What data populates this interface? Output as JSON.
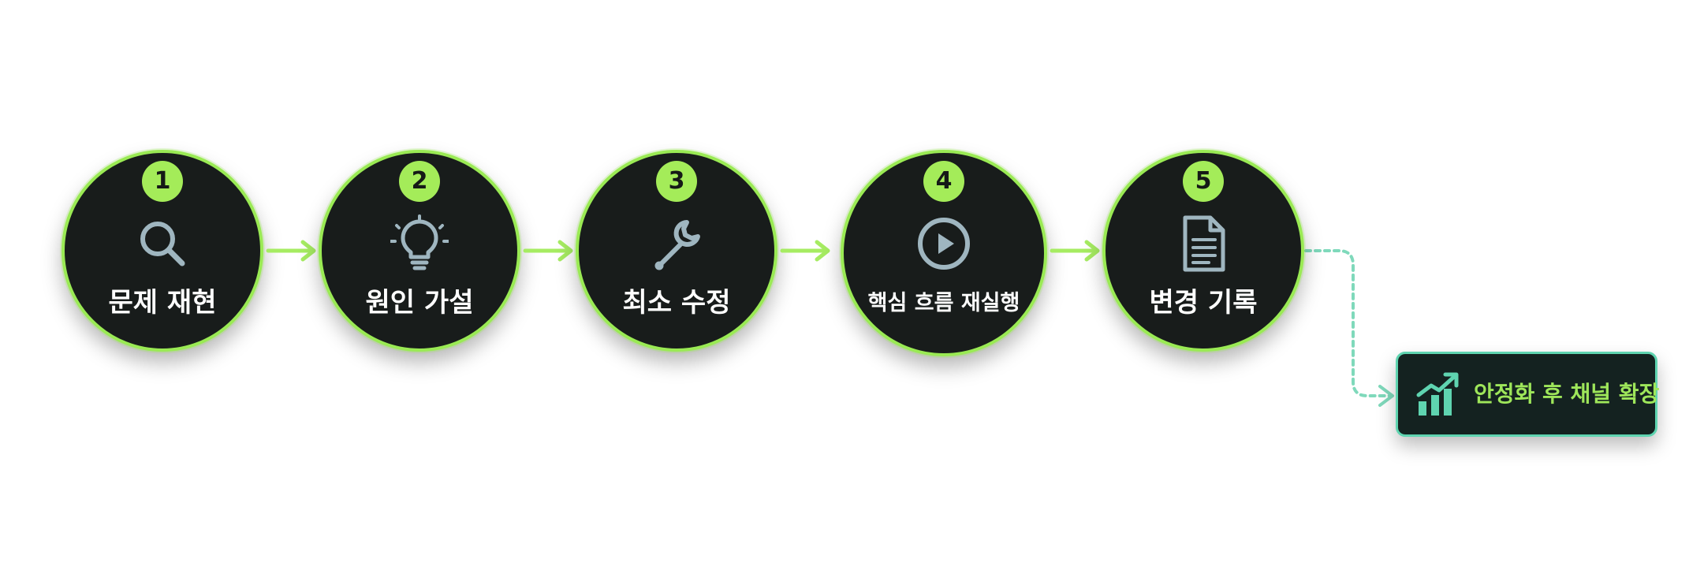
{
  "colors": {
    "accent": "#9aea54",
    "node_fill": "#181c1b",
    "icon": "#9fb6c0",
    "final_accent": "#5fd4b0",
    "final_text": "#9ee65a"
  },
  "steps": [
    {
      "number": "1",
      "label": "문제 재현",
      "icon": "search-icon"
    },
    {
      "number": "2",
      "label": "원인 가설",
      "icon": "lightbulb-icon"
    },
    {
      "number": "3",
      "label": "최소 수정",
      "icon": "wrench-icon"
    },
    {
      "number": "4",
      "label": "핵심 흐름 재실행",
      "icon": "play-circle-icon"
    },
    {
      "number": "5",
      "label": "변경 기록",
      "icon": "document-icon"
    }
  ],
  "final": {
    "label": "안정화 후 채널 확장",
    "icon": "growth-chart-icon"
  }
}
